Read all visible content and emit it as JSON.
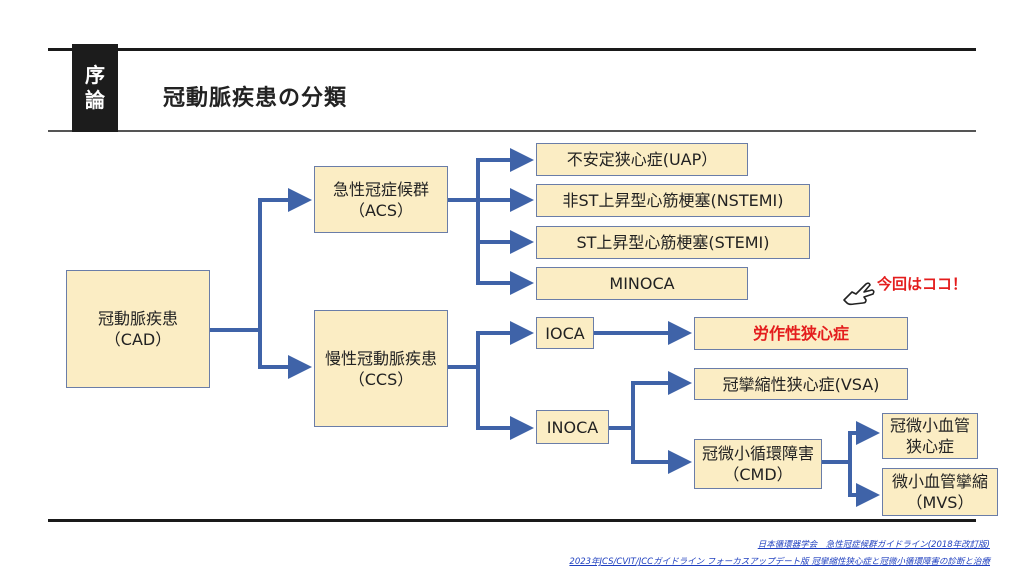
{
  "header": {
    "badge_line1": "序",
    "badge_line2": "論",
    "title": "冠動脈疾患の分類"
  },
  "nodes": {
    "cad_line1": "冠動脈疾患",
    "cad_line2": "（CAD）",
    "acs_line1": "急性冠症候群",
    "acs_line2": "（ACS）",
    "ccs_line1": "慢性冠動脈疾患",
    "ccs_line2": "（CCS）",
    "uap": "不安定狭心症(UAP）",
    "nstemi": "非ST上昇型心筋梗塞(NSTEMI)",
    "stemi": "ST上昇型心筋梗塞(STEMI)",
    "minoca": "MINOCA",
    "ioca": "IOCA",
    "inoca": "INOCA",
    "exertional_angina": "労作性狭心症",
    "vsa": "冠攣縮性狭心症(VSA)",
    "cmd_line1": "冠微小循環障害",
    "cmd_line2": "（CMD）",
    "micro_angina_line1": "冠微小血管",
    "micro_angina_line2": "狭心症",
    "mvs_line1": "微小血管攣縮",
    "mvs_line2": "（MVS）"
  },
  "annotation": {
    "note": "今回はココ！",
    "icon": "pointing-hand-icon"
  },
  "references": {
    "ref1": "日本循環器学会　急性冠症候群ガイドライン(2018年改訂版)",
    "ref2": "2023年JCS/CVIT/JCCガイドライン フォーカスアップデート版 冠攣縮性狭心症と冠微小循環障害の診断と治療"
  },
  "colors": {
    "box_fill": "#fbedc4",
    "arrow": "#3f63a8",
    "highlight": "#e41d1d"
  }
}
